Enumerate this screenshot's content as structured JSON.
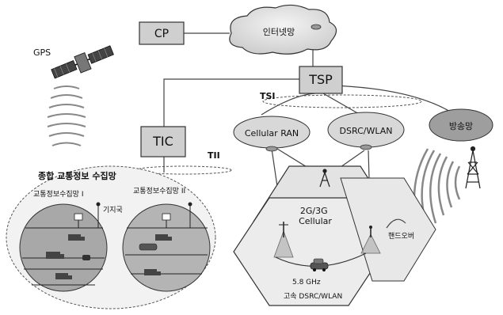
{
  "nodes": {
    "cp": "CP",
    "internet": "인터넷망",
    "tsp": "TSP",
    "tsi": "TSI",
    "gps": "GPS",
    "tic": "TIC",
    "tii": "TII",
    "cellular_ran": "Cellular RAN",
    "dsrc_wlan": "DSRC/WLAN",
    "broadcast": "방송망",
    "collection_network": "종합 교통정보 수집망",
    "collection_a": "교통정보수집망 I",
    "collection_b": "교통정보수집망 II",
    "base_station": "기지국",
    "cellular_zone": "2G/3G\nCellular",
    "handover": "핸드오버",
    "freq": "5.8 GHz",
    "highspeed": "고속 DSRC/WLAN"
  },
  "colors": {
    "box_fill": "#cfcfcf",
    "ellipse_fill": "#d8d8d8",
    "hex_fill": "#e3e3e3",
    "circle_fill": "#a8a8a8",
    "broadcast_fill": "#9e9e9e",
    "line": "#444444"
  }
}
